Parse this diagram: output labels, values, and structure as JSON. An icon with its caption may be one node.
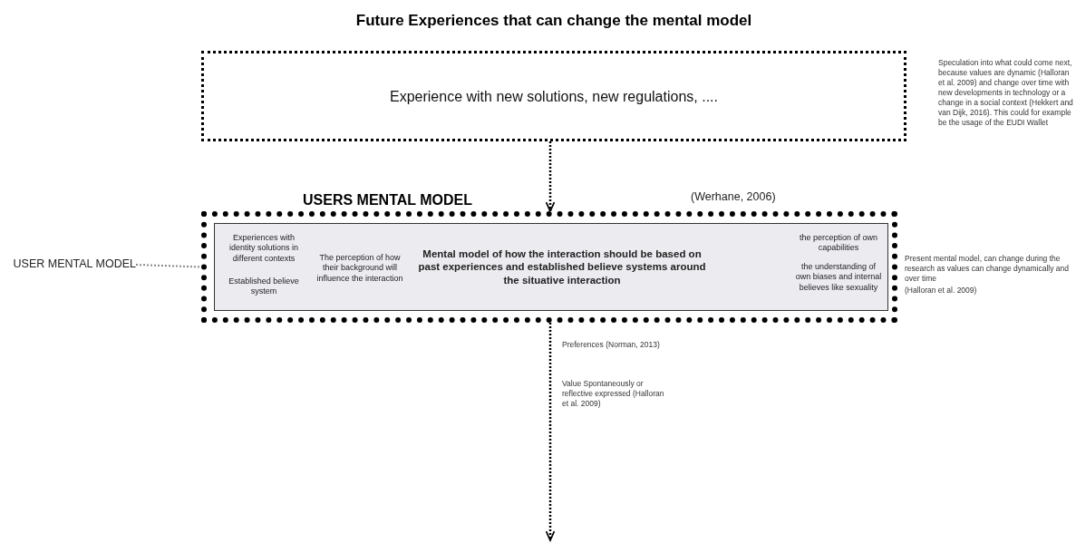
{
  "diagram": {
    "nodes": [
      {
        "text": [
          "Future Experiences that can change the mental model",
          "Experience with new solutions, new regulations, ...."
        ]
      },
      {
        "text": [
          "USERS MENTAL MODEL"
        ],
        "beside": [
          "(Werhane, 2006)",
          "Present mental model, can change during the research as values can change dynamically and over time",
          "(Halloran et al. 2009)"
        ]
      },
      {
        "text": [
          "Experiences with identity solutions in different contexts",
          "Established believe system",
          "The perception of how their background will influence the interaction",
          "Mental model of how the interaction should be based on past experiences and established believe systems around the situative interaction",
          "the perception of own capabilities",
          "the understanding of own biases and internal believes like sexuality"
        ],
        "in": 1
      },
      {
        "text": [
          "USER MENTAL MODEL"
        ]
      }
    ],
    "edges": [
      {
        "from": 0,
        "to": 1,
        "arrow": "to",
        "style": "dashed"
      },
      {
        "from": 3,
        "to": 2,
        "arrow": "to",
        "style": "dashed",
        "color": "#888888"
      },
      {
        "from": 1,
        "to": null,
        "arrow": "to",
        "style": "dashed"
      }
    ],
    "labels": [
      "Speculation into what could come next, because values are dynamic (Halloran et al. 2009) and change over time with new developments in technology or a change in a social context (Hekkert and van Dijk, 2016). This could for example be the usage of the EUDI Wallet",
      "Preferences (Norman, 2013)",
      "Value Spontaneously or reflective expressed (Halloran et al. 2009)"
    ]
  }
}
